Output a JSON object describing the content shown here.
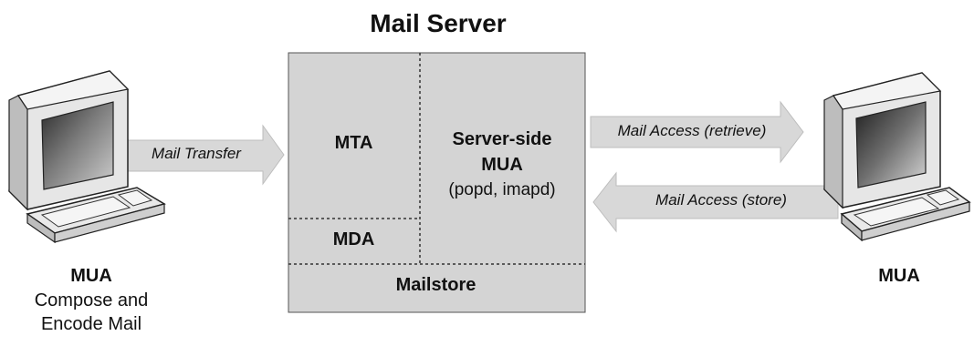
{
  "title": "Mail Server",
  "server": {
    "mta": "MTA",
    "mda": "MDA",
    "mailstore": "Mailstore",
    "server_mua_line1": "Server-side",
    "server_mua_line2": "MUA",
    "server_mua_line3": "(popd, imapd)"
  },
  "arrows": {
    "mail_transfer": "Mail Transfer",
    "mail_access_retrieve": "Mail Access (retrieve)",
    "mail_access_store": "Mail Access (store)"
  },
  "left_client": {
    "label": "MUA",
    "desc_line1": "Compose and",
    "desc_line2": "Encode Mail"
  },
  "right_client": {
    "label": "MUA"
  },
  "icons": [
    "computer-icon",
    "computer-icon"
  ],
  "colors": {
    "box_fill": "#d4d4d4",
    "arrow_fill": "#d8d8d8",
    "outline": "#222222"
  }
}
